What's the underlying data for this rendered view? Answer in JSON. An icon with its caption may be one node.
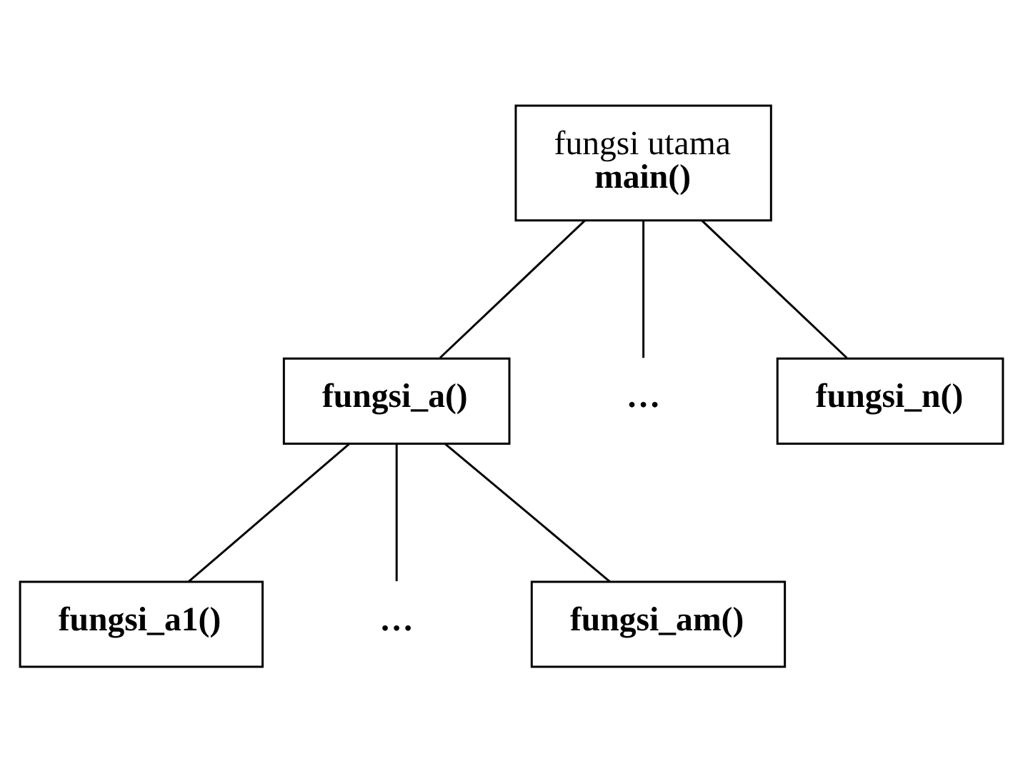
{
  "diagram": {
    "nodes": [
      {
        "text": [
          "fungsi utama",
          "main()"
        ]
      },
      {
        "text": [
          "fungsi_a()"
        ]
      },
      {
        "text": [
          "…"
        ]
      },
      {
        "text": [
          "fungsi_n()"
        ]
      },
      {
        "text": [
          "fungsi_a1()"
        ]
      },
      {
        "text": [
          "…"
        ]
      },
      {
        "text": [
          "fungsi_am()"
        ]
      }
    ],
    "edges": [
      {
        "from": 0,
        "to": 1,
        "arrow": "none"
      },
      {
        "from": 0,
        "to": 2,
        "arrow": "none"
      },
      {
        "from": 0,
        "to": 3,
        "arrow": "none"
      },
      {
        "from": 1,
        "to": 4,
        "arrow": "none"
      },
      {
        "from": 1,
        "to": 5,
        "arrow": "none"
      },
      {
        "from": 1,
        "to": 6,
        "arrow": "none"
      }
    ]
  }
}
